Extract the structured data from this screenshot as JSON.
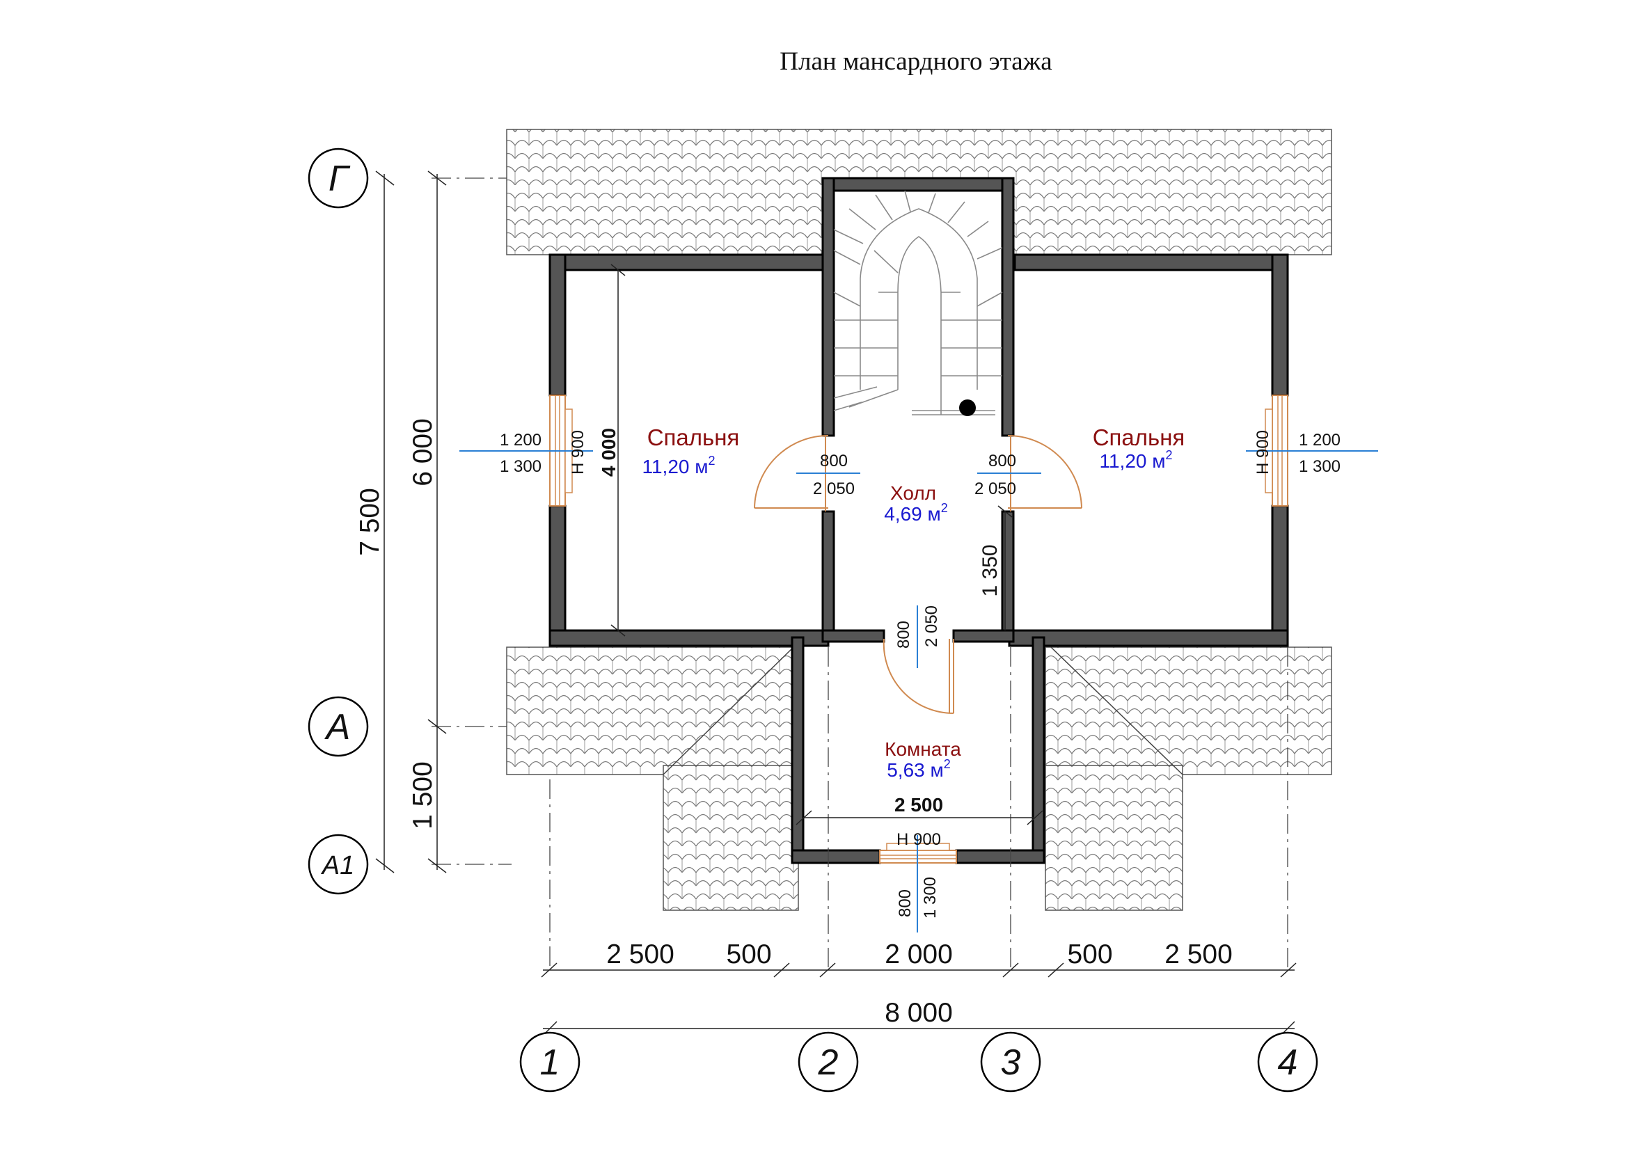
{
  "title": "План мансардного этажа",
  "axes": {
    "rows": [
      "Г",
      "А",
      "А1"
    ],
    "cols": [
      "1",
      "2",
      "3",
      "4"
    ]
  },
  "dimensions": {
    "left_total": "7 500",
    "left_main": "6 000",
    "left_bottom": "1 500",
    "bottom_segments": [
      "2 500",
      "500",
      "2 000",
      "500",
      "2 500"
    ],
    "bottom_total": "8 000",
    "bedroom_depth": "4 000",
    "room_width": "2 500",
    "hall_wall": "1 350"
  },
  "rooms": [
    {
      "name": "Спальня",
      "area": "11,20 м",
      "sup": "2"
    },
    {
      "name": "Спальня",
      "area": "11,20 м",
      "sup": "2"
    },
    {
      "name": "Холл",
      "area": "4,69 м",
      "sup": "2"
    },
    {
      "name": "Комната",
      "area": "5,63 м",
      "sup": "2"
    }
  ],
  "windows": {
    "left": {
      "top": "1 200",
      "bottom": "1 300",
      "sill": "Н  900"
    },
    "right": {
      "top": "1 200",
      "bottom": "1 300",
      "sill": "Н  900"
    },
    "bottom": {
      "width": "800",
      "height": "1 300",
      "sill": "Н  900"
    }
  },
  "doors": {
    "left": {
      "width": "800",
      "height": "2 050"
    },
    "right": {
      "width": "800",
      "height": "2 050"
    },
    "bottom": {
      "width": "800",
      "height": "2 050"
    }
  }
}
